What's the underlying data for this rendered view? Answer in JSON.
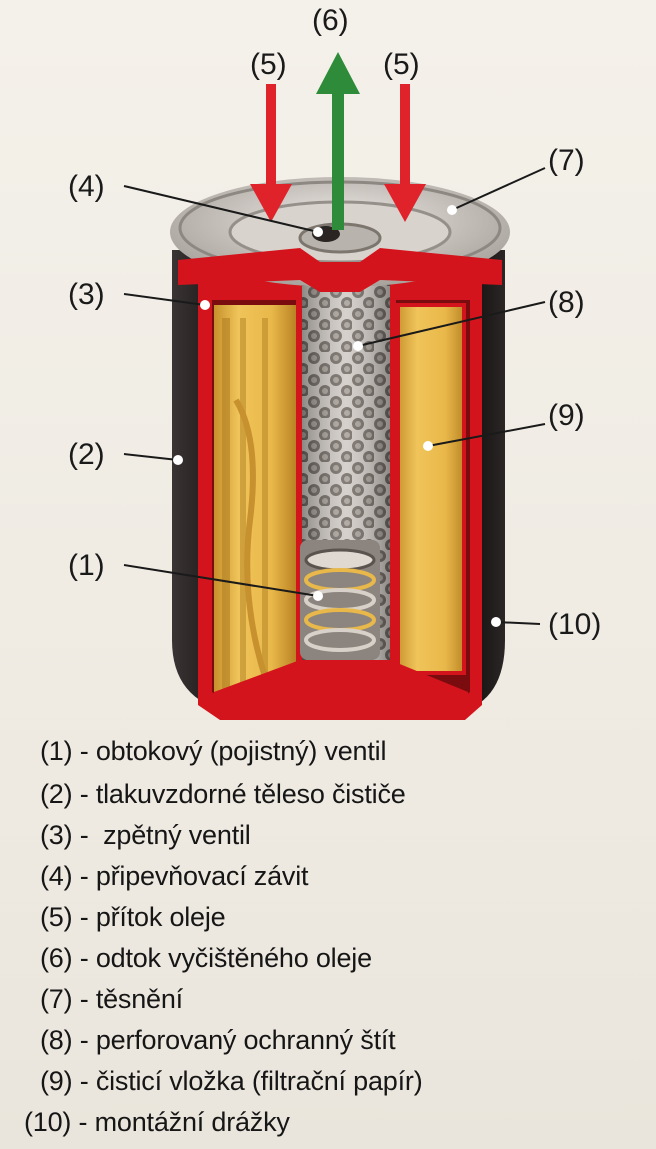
{
  "callouts": {
    "c1": "(1)",
    "c2": "(2)",
    "c3": "(3)",
    "c4": "(4)",
    "c5_left": "(5)",
    "c5_right": "(5)",
    "c6": "(6)",
    "c7": "(7)",
    "c8": "(8)",
    "c9": "(9)",
    "c10": "(10)"
  },
  "legend": [
    {
      "num": "(1)",
      "sep": " - ",
      "text": "obtokový (pojistný) ventil"
    },
    {
      "num": "(2)",
      "sep": " - ",
      "text": "tlakuvzdorné těleso čističe"
    },
    {
      "num": "(3)",
      "sep": " -  ",
      "text": "zpětný ventil"
    },
    {
      "num": "(4)",
      "sep": " - ",
      "text": "připevňovací závit"
    },
    {
      "num": "(5)",
      "sep": " - ",
      "text": "přítok oleje"
    },
    {
      "num": "(6)",
      "sep": " - ",
      "text": "odtok vyčištěného oleje"
    },
    {
      "num": "(7)",
      "sep": " - ",
      "text": "těsnění"
    },
    {
      "num": "(8)",
      "sep": " - ",
      "text": "perforovaný ochranný štít"
    },
    {
      "num": "(9)",
      "sep": " - ",
      "text": "čisticí vložka (filtrační papír)"
    },
    {
      "num": "(10)",
      "sep": " - ",
      "text": "montážní drážky"
    }
  ],
  "colors": {
    "housing_dark": "#1d1a1a",
    "cutaway_red": "#d4141c",
    "filter_paper": "#e8b94a",
    "perforated_shield": "#d9d4cf",
    "inflow_arrow": "#e0232b",
    "outflow_arrow": "#2e8b3a",
    "lid_silver": "#cfcac4"
  }
}
